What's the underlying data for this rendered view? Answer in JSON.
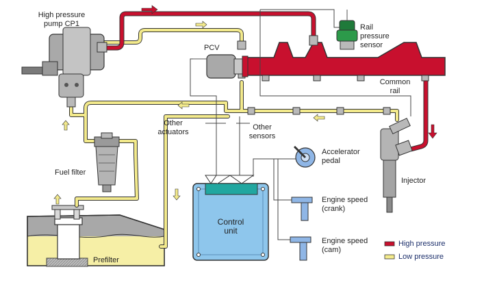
{
  "labels": {
    "pump_line1": "High pressure",
    "pump_line2": "pump CP1",
    "pcv": "PCV",
    "rail_sensor_line1": "Rail",
    "rail_sensor_line2": "pressure",
    "rail_sensor_line3": "sensor",
    "common_rail_line1": "Common",
    "common_rail_line2": "rail",
    "other_actuators_line1": "Other",
    "other_actuators_line2": "actuators",
    "other_sensors_line1": "Other",
    "other_sensors_line2": "sensors",
    "accelerator_line1": "Accelerator",
    "accelerator_line2": "pedal",
    "injector": "Injector",
    "fuel_filter": "Fuel filter",
    "control_unit_line1": "Control",
    "control_unit_line2": "unit",
    "engine_crank_line1": "Engine speed",
    "engine_crank_line2": "(crank)",
    "engine_cam_line1": "Engine speed",
    "engine_cam_line2": "(cam)",
    "prefilter": "Prefilter"
  },
  "legend": [
    {
      "label": "High pressure",
      "color": "#c8102e"
    },
    {
      "label": "Low pressure",
      "color": "#f3ea8c"
    }
  ],
  "colors": {
    "high_pressure": "#c8102e",
    "low_pressure": "#f3ea8c",
    "control_unit": "#8ec6ec",
    "tank_fuel": "#f6efa6"
  }
}
